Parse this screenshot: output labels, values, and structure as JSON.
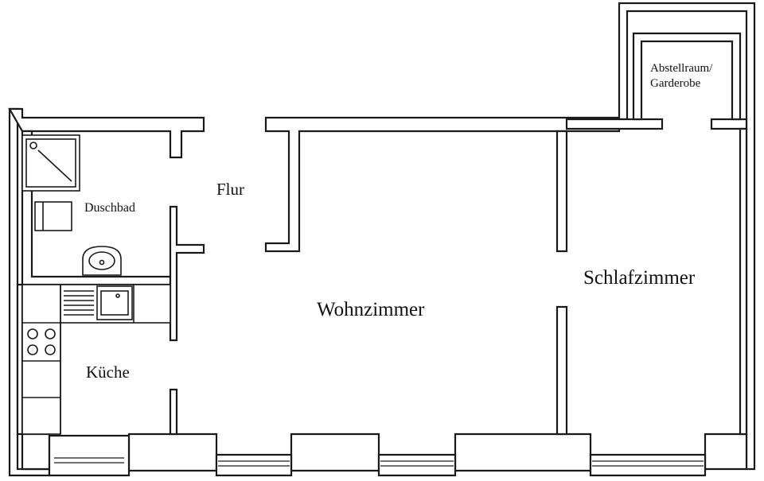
{
  "rooms": {
    "abstellraum_line1": "Abstellraum/",
    "abstellraum_line2": "Garderobe",
    "duschbad": "Duschbad",
    "flur": "Flur",
    "kueche": "Küche",
    "wohnzimmer": "Wohnzimmer",
    "schlafzimmer": "Schlafzimmer"
  },
  "colors": {
    "wall_fill": "#ffffff",
    "line": "#1a1a1a"
  }
}
